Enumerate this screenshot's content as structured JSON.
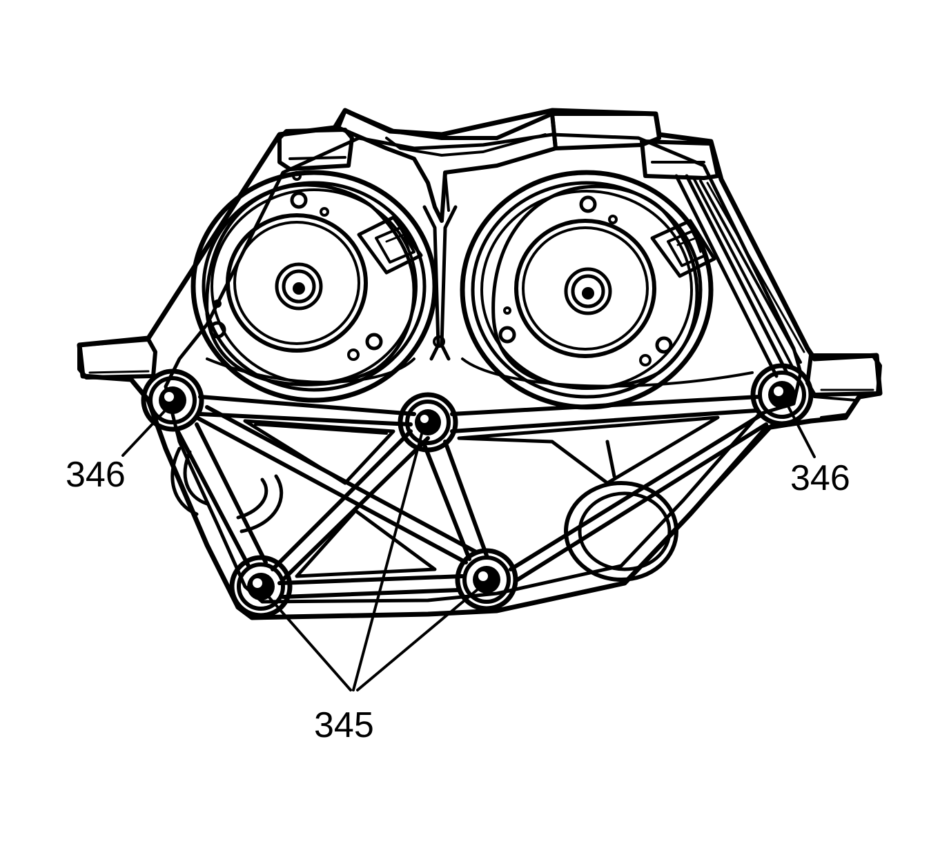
{
  "diagram": {
    "labels": {
      "left_bolt": "346",
      "right_bolt": "346",
      "lower_bolts": "345"
    },
    "colors": {
      "ink": "#000000",
      "paper": "#ffffff"
    }
  }
}
